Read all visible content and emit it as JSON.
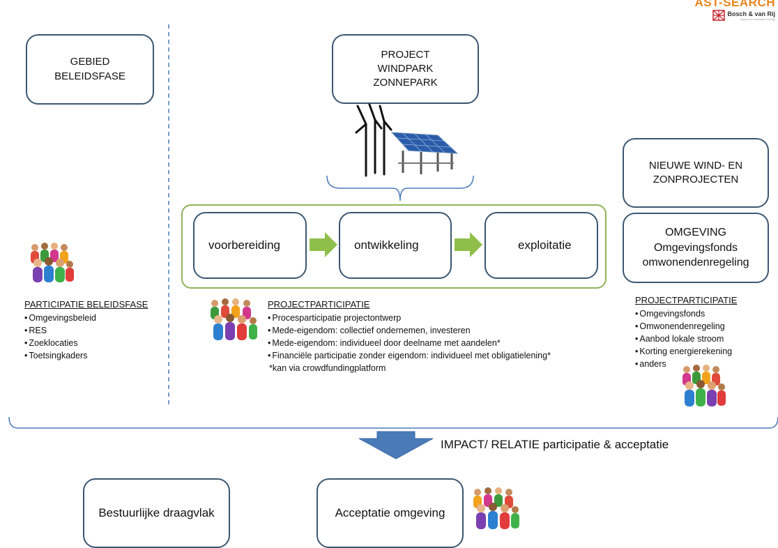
{
  "logo": {
    "top_text": "AST-SEARCH",
    "brand": "Bosch & van Rij",
    "tagline": "experts in renewable energy",
    "accent": "#e8841c",
    "brand_red": "#c8252c"
  },
  "colors": {
    "box_border": "#3b5670",
    "arrow_green": "#8fbf4a",
    "phase_group_border": "#8fb35a",
    "impact_arrow": "#4a7ab8"
  },
  "left": {
    "box_lines": [
      "GEBIED",
      "BELEIDSFASE"
    ],
    "heading": "PARTICIPATIE BELEIDSFASE",
    "items": [
      "Omgevingsbeleid",
      "RES",
      "Zoeklocaties",
      "Toetsingkaders"
    ]
  },
  "center": {
    "project_lines": [
      "PROJECT",
      "WINDPARK",
      "ZONNEPARK"
    ],
    "phases": [
      "voorbereiding",
      "ontwikkeling",
      "exploitatie"
    ],
    "heading": "PROJECTPARTICIPATIE",
    "items": [
      "Procesparticipatie projectontwerp",
      "Mede-eigendom: collectief ondernemen,  investeren",
      "Mede-eigendom: individueel door deelname met aandelen*",
      "Financiële participatie zonder eigendom: individueel met obligatielening*"
    ],
    "footnote": "*kan via crowdfundingplatform"
  },
  "right": {
    "new_lines": [
      "NIEUWE WIND- EN",
      "ZONPROJECTEN"
    ],
    "env_lines": [
      "OMGEVING",
      "Omgevingsfonds",
      "omwonendenregeling"
    ],
    "heading": "PROJECTPARTICIPATIE",
    "items": [
      "Omgevingsfonds",
      "Omwonendenregeling",
      "Aanbod lokale stroom",
      "Korting energierekening",
      "anders"
    ]
  },
  "impact": {
    "label": "IMPACT/ RELATIE participatie & acceptatie",
    "outcomes": [
      "Bestuurlijke draagvlak",
      "Acceptatie omgeving"
    ]
  }
}
